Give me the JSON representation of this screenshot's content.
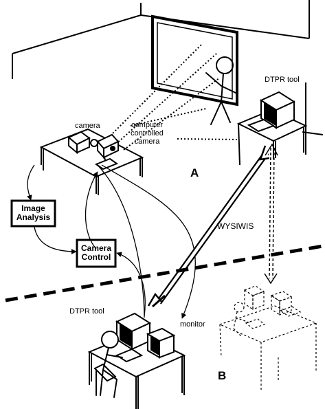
{
  "labels": {
    "camera": "camera",
    "computer_controlled_camera": [
      "computer",
      "controlled",
      "camera"
    ],
    "dtpr_tool_top": "DTPR tool",
    "site_a": "A",
    "wysiwis": "WYSIWIS",
    "image_analysis": [
      "Image",
      "Analysis"
    ],
    "camera_control": [
      "Camera",
      "Control"
    ],
    "dtpr_tool_bottom": "DTPR tool",
    "monitor": "monitor",
    "site_b": "B"
  }
}
